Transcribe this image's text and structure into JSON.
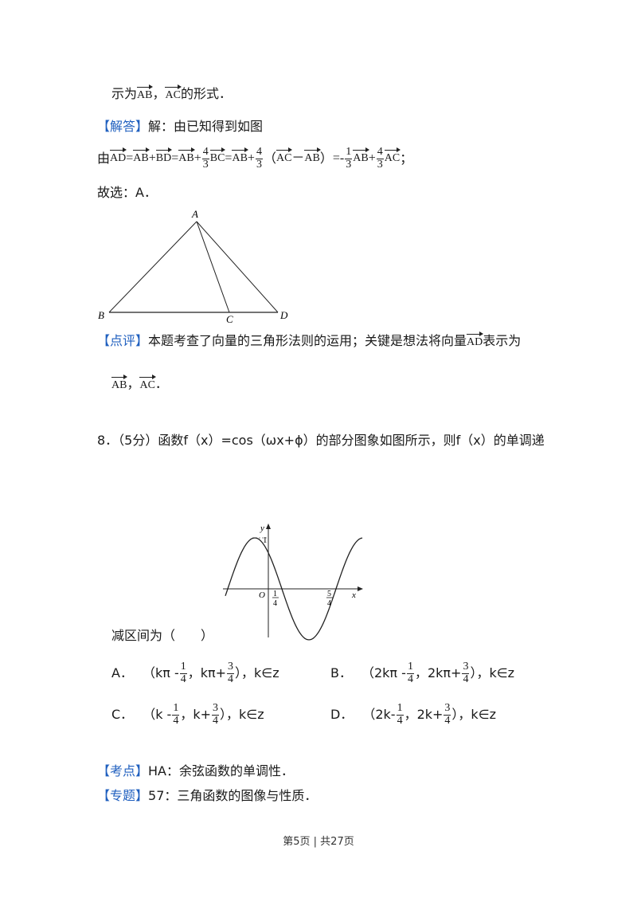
{
  "line1": {
    "prefix": "示为",
    "v1": "AB",
    "sep": "，",
    "v2": "AC",
    "suffix": "的形式．"
  },
  "solution": {
    "tag": "【解答】",
    "text": "解：由已知得到如图"
  },
  "equation": {
    "you": "由",
    "v_ad": "AD",
    "eq": "=",
    "v_ab": "AB",
    "plus": "+",
    "v_bd": "BD",
    "f1_num": "4",
    "f1_den": "3",
    "v_bc": "BC",
    "f2_num": "4",
    "f2_den": "3",
    "paren_open": "（",
    "v_ac": "AC",
    "minus": "－",
    "paren_close": "）",
    "neg": "-",
    "f3_num": "1",
    "f3_den": "3",
    "f4_num": "4",
    "f4_den": "3",
    "end": "；"
  },
  "answer": "故选：A．",
  "triangle": {
    "A": "A",
    "B": "B",
    "C": "C",
    "D": "D"
  },
  "comment": {
    "tag": "【点评】",
    "text": "本题考查了向量的三角形法则的运用；关键是想法将向量",
    "v_ad": "AD",
    "text2": "表示为",
    "v1": "AB",
    "sep": "，",
    "v2": "AC",
    "end": "．"
  },
  "question": {
    "text": "8．（5分）函数f（x）=cos（ωx+ϕ）的部分图象如图所示，则f（x）的单调递",
    "text2": "减区间为（　　）"
  },
  "graph": {
    "y_label": "y",
    "x_label": "x",
    "origin": "O",
    "one": "1",
    "t1_num": "1",
    "t1_den": "4",
    "t2_num": "5",
    "t2_den": "4"
  },
  "options": {
    "A": {
      "label": "A．",
      "a": "（kπ -",
      "f1n": "1",
      "f1d": "4",
      "b": "，kπ+",
      "f2n": "3",
      "f2d": "4",
      "c": "），k∈z"
    },
    "B": {
      "label": "B．",
      "a": "（2kπ -",
      "f1n": "1",
      "f1d": "4",
      "b": "，2kπ+",
      "f2n": "3",
      "f2d": "4",
      "c": "），k∈z"
    },
    "C": {
      "label": "C．",
      "a": "（k -",
      "f1n": "1",
      "f1d": "4",
      "b": "，k+",
      "f2n": "3",
      "f2d": "4",
      "c": "），k∈z"
    },
    "D": {
      "label": "D．",
      "a": "（2k-",
      "f1n": "1",
      "f1d": "4",
      "b": "，2k+",
      "f2n": "3",
      "f2d": "4",
      "c": "），k∈z"
    }
  },
  "kaodian": {
    "tag": "【考点】",
    "text": "HA：余弦函数的单调性．"
  },
  "zhuanti": {
    "tag": "【专题】",
    "text": "57：三角函数的图像与性质．"
  },
  "footer": "第5页 | 共27页",
  "colors": {
    "tag": "#1f5fbf",
    "text": "#1a1a1a"
  }
}
